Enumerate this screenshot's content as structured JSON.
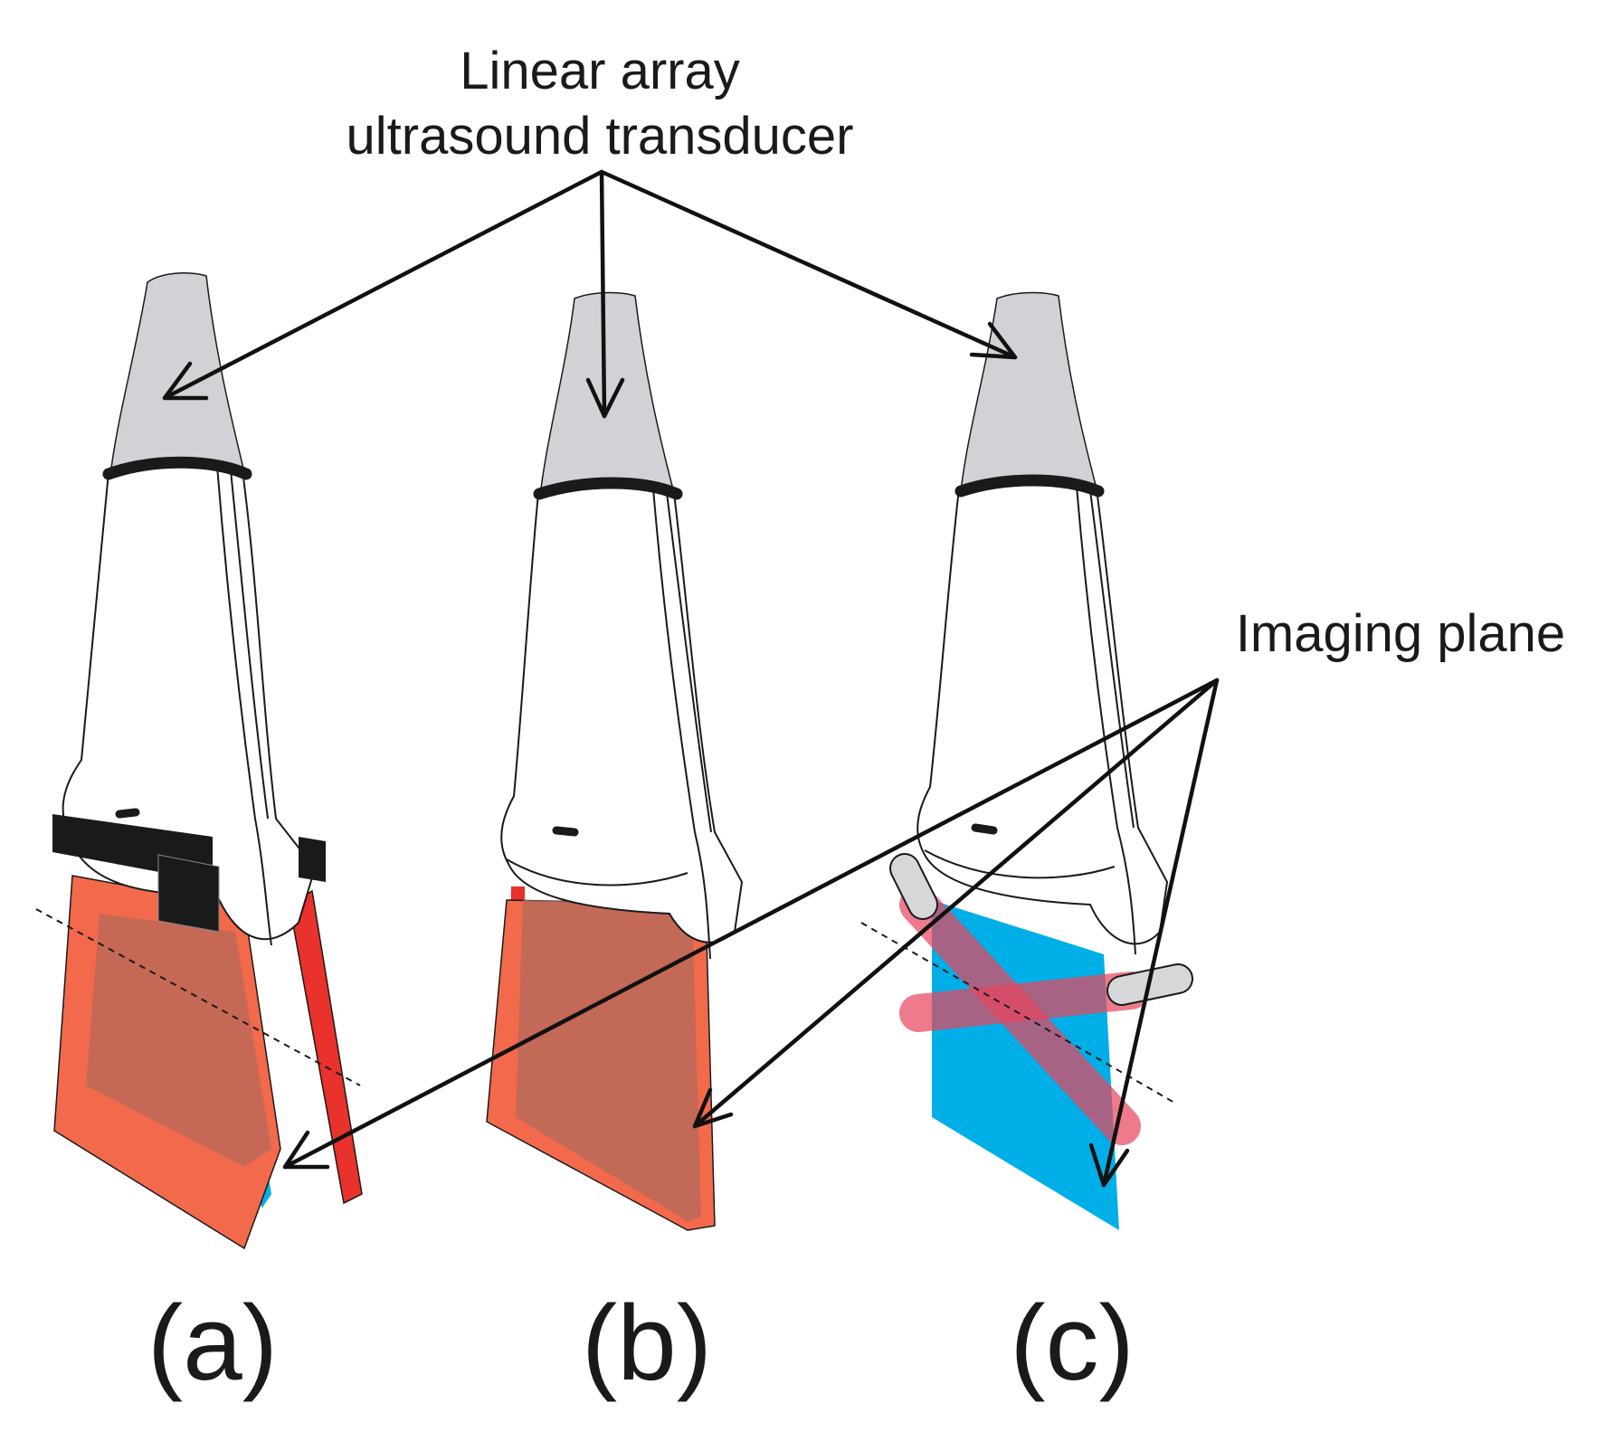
{
  "labels": {
    "transducer_line1": "Linear array",
    "transducer_line2": "ultrasound transducer",
    "imaging_plane": "Imaging plane"
  },
  "panels": [
    {
      "label": "(a)"
    },
    {
      "label": "(b)"
    },
    {
      "label": "(c)"
    }
  ],
  "colors": {
    "tip_gray": "#d0d2d6",
    "plane_orange": "#f26a4b",
    "plane_red": "#e8322b",
    "plane_brown": "#b5695a",
    "plane_blue": "#00aee8",
    "beam_pink": "#e8475f",
    "rod_gray": "#d6d7d9",
    "band_black": "#1a1a1a"
  },
  "icons": {
    "probe": "transducer-icon",
    "arrow": "arrow-icon"
  }
}
